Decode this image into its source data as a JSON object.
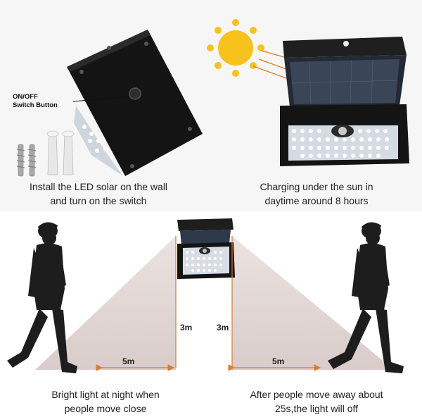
{
  "install": {
    "callout_line1": "ON/OFF",
    "callout_line2": "Switch Button",
    "caption_line1": "Install the LED solar on the wall",
    "caption_line2": "and turn on the switch"
  },
  "charging": {
    "caption_line1": "Charging under the sun in",
    "caption_line2": "daytime around 8 hours"
  },
  "motion": {
    "height_left": "3m",
    "height_right": "3m",
    "range_left": "5m",
    "range_right": "5m",
    "caption_left_line1": "Bright light at night when",
    "caption_left_line2": "people move close",
    "caption_right_line1": "After people move away about",
    "caption_right_line2": "25s,the light will off"
  },
  "colors": {
    "sun": "#f7c21c",
    "arrow": "#e07a2a",
    "dimension": "#e07a2a",
    "device": "#1a1a1a"
  }
}
